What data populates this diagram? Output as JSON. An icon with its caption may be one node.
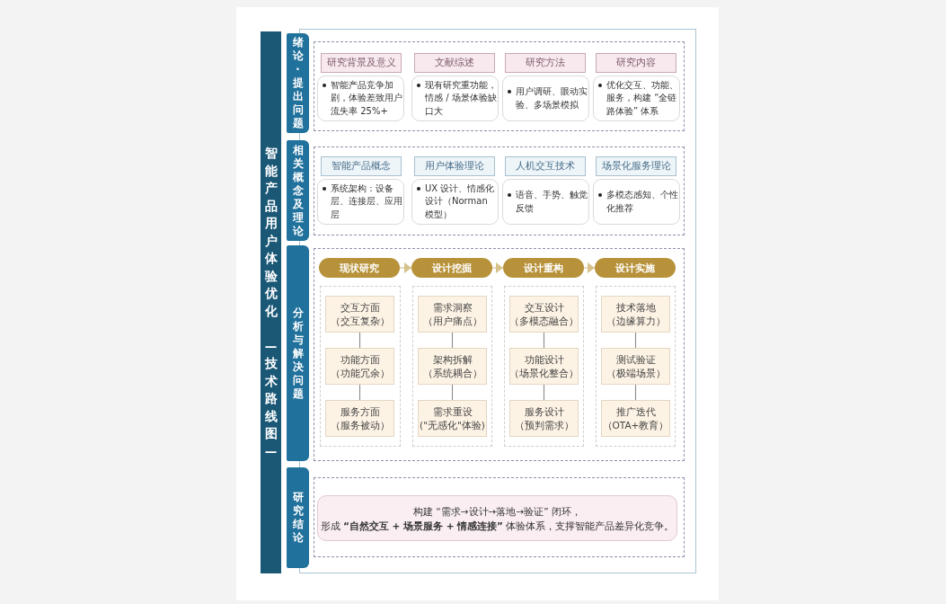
{
  "diagram": {
    "title": "智能产品用户体验优化 —技术路线图—",
    "nodes": [
      {
        "text": [
          "绪论·提出问题"
        ]
      },
      {
        "text": [],
        "shape": "box"
      },
      {
        "text": [
          "研究背景及意义"
        ],
        "in": 1
      },
      {
        "text": [
          "智能产品竞争加剧，体验差致用户流失率 25%+"
        ],
        "in": 1
      },
      {
        "text": [
          "文献综述"
        ],
        "in": 1
      },
      {
        "text": [
          "现有研究重功能，情感 / 场景体验缺口大"
        ],
        "in": 1
      },
      {
        "text": [
          "研究方法"
        ],
        "in": 1
      },
      {
        "text": [
          "用户调研、眼动实验、多场景模拟"
        ],
        "in": 1
      },
      {
        "text": [
          "研究内容"
        ],
        "in": 1
      },
      {
        "text": [
          "优化交互、功能、服务，构建 “全链路体验” 体系"
        ],
        "in": 1
      },
      {
        "text": [
          "相关概念及理论"
        ]
      },
      {
        "text": [],
        "shape": "box"
      },
      {
        "text": [
          "智能产品概念"
        ],
        "in": 11
      },
      {
        "text": [
          "系统架构：设备层、连接层、应用层"
        ],
        "in": 11
      },
      {
        "text": [
          "用户体验理论"
        ],
        "in": 11
      },
      {
        "text": [
          "UX 设计、情感化设计（Norman 模型）"
        ],
        "in": 11
      },
      {
        "text": [
          "人机交互技术"
        ],
        "in": 11
      },
      {
        "text": [
          "语音、手势、触觉反馈"
        ],
        "in": 11
      },
      {
        "text": [
          "场景化服务理论"
        ],
        "in": 11
      },
      {
        "text": [
          "多模态感知、个性化推荐"
        ],
        "in": 11
      },
      {
        "text": [
          "分析与解决问题"
        ]
      },
      {
        "text": [],
        "shape": "box"
      },
      {
        "text": [
          "现状研究"
        ],
        "in": 21
      },
      {
        "text": [
          "设计挖掘"
        ],
        "in": 21
      },
      {
        "text": [
          "设计重构"
        ],
        "in": 21
      },
      {
        "text": [
          "设计实施"
        ],
        "in": 21
      },
      {
        "text": [],
        "shape": "box",
        "in": 21
      },
      {
        "text": [
          "交互方面",
          "（交互复杂）"
        ],
        "in": 26
      },
      {
        "text": [
          "功能方面",
          "（功能冗余）"
        ],
        "in": 26
      },
      {
        "text": [
          "服务方面",
          "（服务被动）"
        ],
        "in": 26
      },
      {
        "text": [],
        "shape": "box",
        "in": 21
      },
      {
        "text": [
          "需求洞察",
          "（用户痛点）"
        ],
        "in": 30
      },
      {
        "text": [
          "架构拆解",
          "（系统耦合）"
        ],
        "in": 30
      },
      {
        "text": [
          "需求重设",
          "(\"无感化\"体验)"
        ],
        "in": 30
      },
      {
        "text": [],
        "shape": "box",
        "in": 21
      },
      {
        "text": [
          "交互设计",
          "（多模态融合）"
        ],
        "in": 34
      },
      {
        "text": [
          "功能设计",
          "（场景化整合）"
        ],
        "in": 34
      },
      {
        "text": [
          "服务设计",
          "（预判需求）"
        ],
        "in": 34
      },
      {
        "text": [],
        "shape": "box",
        "in": 21
      },
      {
        "text": [
          "技术落地",
          "（边缘算力）"
        ],
        "in": 38
      },
      {
        "text": [
          "测试验证",
          "（极端场景）"
        ],
        "in": 38
      },
      {
        "text": [
          "推广迭代",
          "（OTA+教育）"
        ],
        "in": 38
      },
      {
        "text": [
          "研究结论"
        ]
      },
      {
        "text": [],
        "shape": "box"
      },
      {
        "text": [
          "构建 “需求→设计→落地→验证” 闭环，",
          "形成 **“自然交互 + 场景服务 + 情感连接”** 体验体系，支撑智能产品差异化竞争。"
        ],
        "in": 43
      }
    ],
    "edges": [
      {
        "from": 22,
        "to": 23,
        "arrow": "to",
        "color": "#d7c28c"
      },
      {
        "from": 23,
        "to": 24,
        "arrow": "to",
        "color": "#d7c28c"
      },
      {
        "from": 24,
        "to": 25,
        "arrow": "to",
        "color": "#d7c28c"
      },
      {
        "from": 27,
        "to": 28,
        "arrow": "none"
      },
      {
        "from": 28,
        "to": 29,
        "arrow": "none"
      },
      {
        "from": 31,
        "to": 32,
        "arrow": "none"
      },
      {
        "from": 32,
        "to": 33,
        "arrow": "none"
      },
      {
        "from": 35,
        "to": 36,
        "arrow": "none"
      },
      {
        "from": 36,
        "to": 37,
        "arrow": "none"
      },
      {
        "from": 39,
        "to": 40,
        "arrow": "none"
      },
      {
        "from": 40,
        "to": 41,
        "arrow": "none"
      }
    ]
  }
}
